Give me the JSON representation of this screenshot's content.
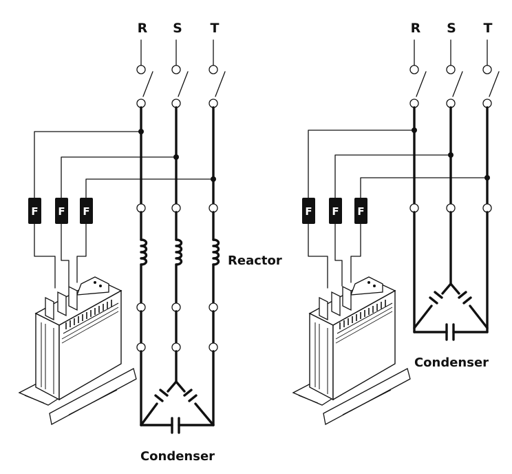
{
  "left_circuit": {
    "phases": [
      "R",
      "S",
      "T"
    ],
    "fuses": [
      "F",
      "F",
      "F"
    ],
    "reactor_label": "Reactor",
    "condenser_label": "Condenser"
  },
  "right_circuit": {
    "phases": [
      "R",
      "S",
      "T"
    ],
    "fuses": [
      "F",
      "F",
      "F"
    ],
    "condenser_label": "Condenser"
  }
}
